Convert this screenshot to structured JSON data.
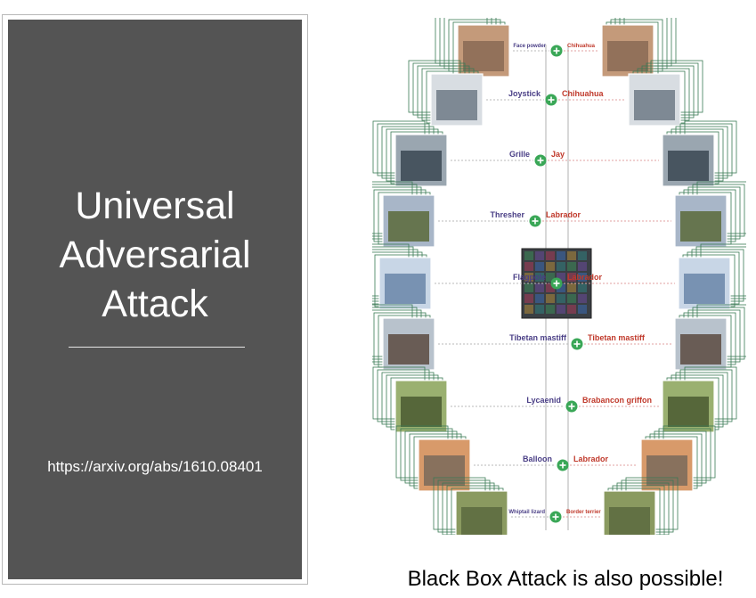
{
  "slide": {
    "title_lines": [
      "Universal",
      "Adversarial",
      "Attack"
    ],
    "url": "https://arxiv.org/abs/1610.08401",
    "caption": "Black Box Attack is also possible!"
  },
  "figure": {
    "pairs": [
      {
        "original": "Face powder",
        "adversarial": "Chihuahua"
      },
      {
        "original": "Joystick",
        "adversarial": "Chihuahua"
      },
      {
        "original": "Grille",
        "adversarial": "Jay"
      },
      {
        "original": "Thresher",
        "adversarial": "Labrador"
      },
      {
        "original": "Flagpole",
        "adversarial": "Labrador"
      },
      {
        "original": "Tibetan mastiff",
        "adversarial": "Tibetan mastiff"
      },
      {
        "original": "Lycaenid",
        "adversarial": "Brabancon griffon"
      },
      {
        "original": "Balloon",
        "adversarial": "Labrador"
      },
      {
        "original": "Whiptail lizard",
        "adversarial": "Border terrier"
      }
    ],
    "colors": {
      "left_label": "#4a3f86",
      "right_label": "#c0392b",
      "stack_frame": "#3b7a55",
      "plus_node": "#3aa757",
      "panel": "#545454"
    }
  }
}
